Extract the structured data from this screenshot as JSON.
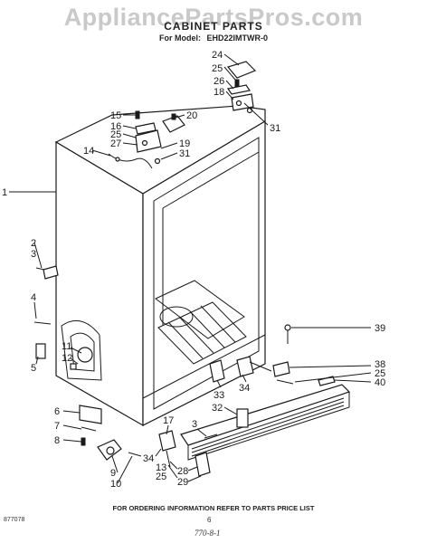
{
  "watermark": "AppliancePartsPros.com",
  "title": "CABINET PARTS",
  "model_label": "For Model:",
  "model_number": "EHD22IMTWR-0",
  "callouts": [
    "24",
    "25",
    "26",
    "18",
    "31",
    "15",
    "16",
    "25",
    "27",
    "20",
    "19",
    "31",
    "14",
    "1",
    "2",
    "3",
    "4",
    "11",
    "12",
    "5",
    "39",
    "38",
    "25",
    "40",
    "33",
    "34",
    "32",
    "6",
    "7",
    "8",
    "17",
    "3",
    "34",
    "13",
    "25",
    "9",
    "10",
    "28",
    "29"
  ],
  "footer_note": "FOR ORDERING INFORMATION REFER TO PARTS PRICE LIST",
  "catalog_number": "877078",
  "page_number": "6",
  "revision": "770-8-1",
  "colors": {
    "ink": "#1a1a1a",
    "watermark": "#c9c9c9",
    "background": "#ffffff"
  }
}
